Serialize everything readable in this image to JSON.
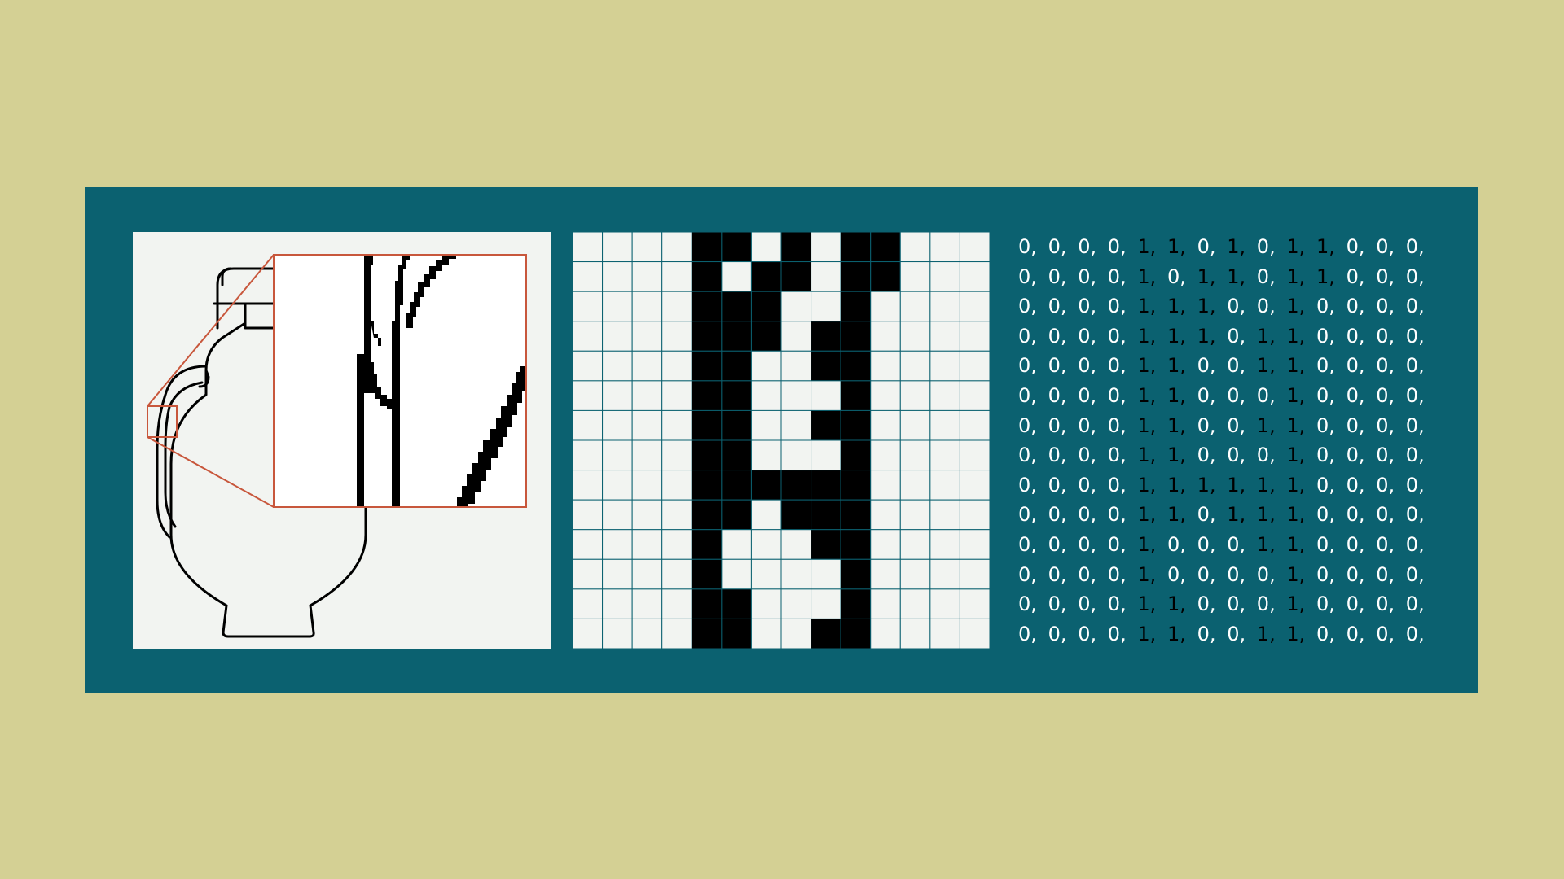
{
  "colors": {
    "background": "#d4d094",
    "panel": "#0b6170",
    "drawing_bg": "#f2f4f1",
    "cell_on": "#000000",
    "cell_off": "#f2f4f1",
    "grid_line": "#0b6170",
    "zoom_frame": "#c8573c",
    "digit_zero": "#ffffff",
    "digit_one": "#000000"
  },
  "pixel_matrix": [
    [
      0,
      0,
      0,
      0,
      1,
      1,
      0,
      1,
      0,
      1,
      1,
      0,
      0,
      0
    ],
    [
      0,
      0,
      0,
      0,
      1,
      0,
      1,
      1,
      0,
      1,
      1,
      0,
      0,
      0
    ],
    [
      0,
      0,
      0,
      0,
      1,
      1,
      1,
      0,
      0,
      1,
      0,
      0,
      0,
      0
    ],
    [
      0,
      0,
      0,
      0,
      1,
      1,
      1,
      0,
      1,
      1,
      0,
      0,
      0,
      0
    ],
    [
      0,
      0,
      0,
      0,
      1,
      1,
      0,
      0,
      1,
      1,
      0,
      0,
      0,
      0
    ],
    [
      0,
      0,
      0,
      0,
      1,
      1,
      0,
      0,
      0,
      1,
      0,
      0,
      0,
      0
    ],
    [
      0,
      0,
      0,
      0,
      1,
      1,
      0,
      0,
      1,
      1,
      0,
      0,
      0,
      0
    ],
    [
      0,
      0,
      0,
      0,
      1,
      1,
      0,
      0,
      0,
      1,
      0,
      0,
      0,
      0
    ],
    [
      0,
      0,
      0,
      0,
      1,
      1,
      1,
      1,
      1,
      1,
      0,
      0,
      0,
      0
    ],
    [
      0,
      0,
      0,
      0,
      1,
      1,
      0,
      1,
      1,
      1,
      0,
      0,
      0,
      0
    ],
    [
      0,
      0,
      0,
      0,
      1,
      0,
      0,
      0,
      1,
      1,
      0,
      0,
      0,
      0
    ],
    [
      0,
      0,
      0,
      0,
      1,
      0,
      0,
      0,
      0,
      1,
      0,
      0,
      0,
      0
    ],
    [
      0,
      0,
      0,
      0,
      1,
      1,
      0,
      0,
      0,
      1,
      0,
      0,
      0,
      0
    ],
    [
      0,
      0,
      0,
      0,
      1,
      1,
      0,
      0,
      1,
      1,
      0,
      0,
      0,
      0
    ]
  ]
}
